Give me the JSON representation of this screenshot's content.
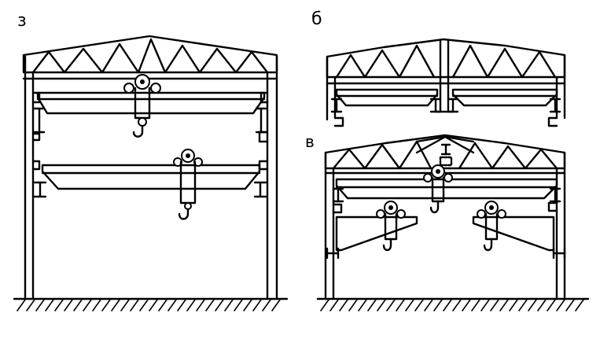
{
  "labels": {
    "a": "з",
    "b": "б",
    "v": "в"
  },
  "colors": {
    "ink": "#000000",
    "paper": "#ffffff"
  },
  "icons": {
    "hook": "crane-hook-icon",
    "trolley": "trolley-wheels-icon",
    "rail": "i-beam-rail-icon"
  }
}
